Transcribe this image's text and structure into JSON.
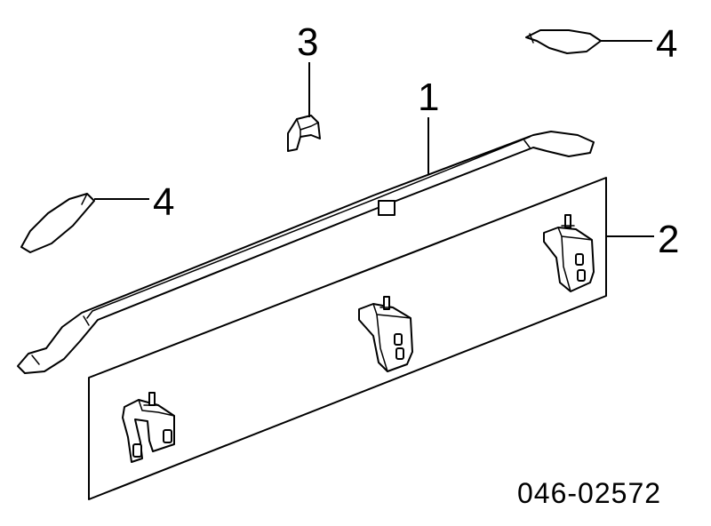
{
  "callouts": {
    "rail": "1",
    "panel": "2",
    "clip": "3",
    "cover_right": "4",
    "cover_left": "4"
  },
  "part_number": "046-02572"
}
